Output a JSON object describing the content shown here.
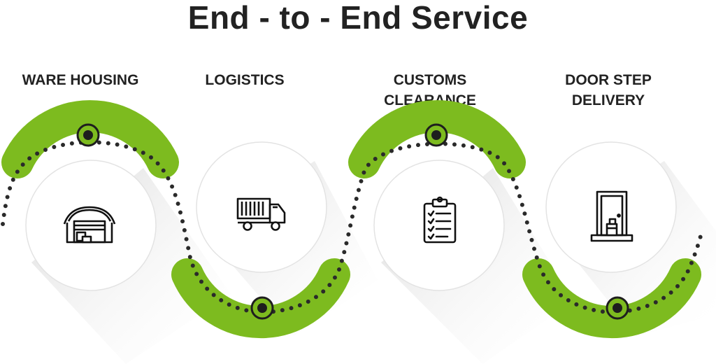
{
  "title": "End - to - End Service",
  "steps": [
    {
      "label": "WARE HOUSING",
      "icon": "warehouse-icon"
    },
    {
      "label": "LOGISTICS",
      "icon": "truck-icon"
    },
    {
      "label": "CUSTOMS\nCLEARANCE",
      "icon": "clipboard-checklist-icon"
    },
    {
      "label": "DOOR STEP\nDELIVERY",
      "icon": "door-package-icon"
    }
  ],
  "colors": {
    "accent": "#7dbb1f",
    "text": "#222222",
    "circle_fill": "#ffffff",
    "circle_border": "#e3e3e3",
    "dots": "#2a2a2a"
  }
}
